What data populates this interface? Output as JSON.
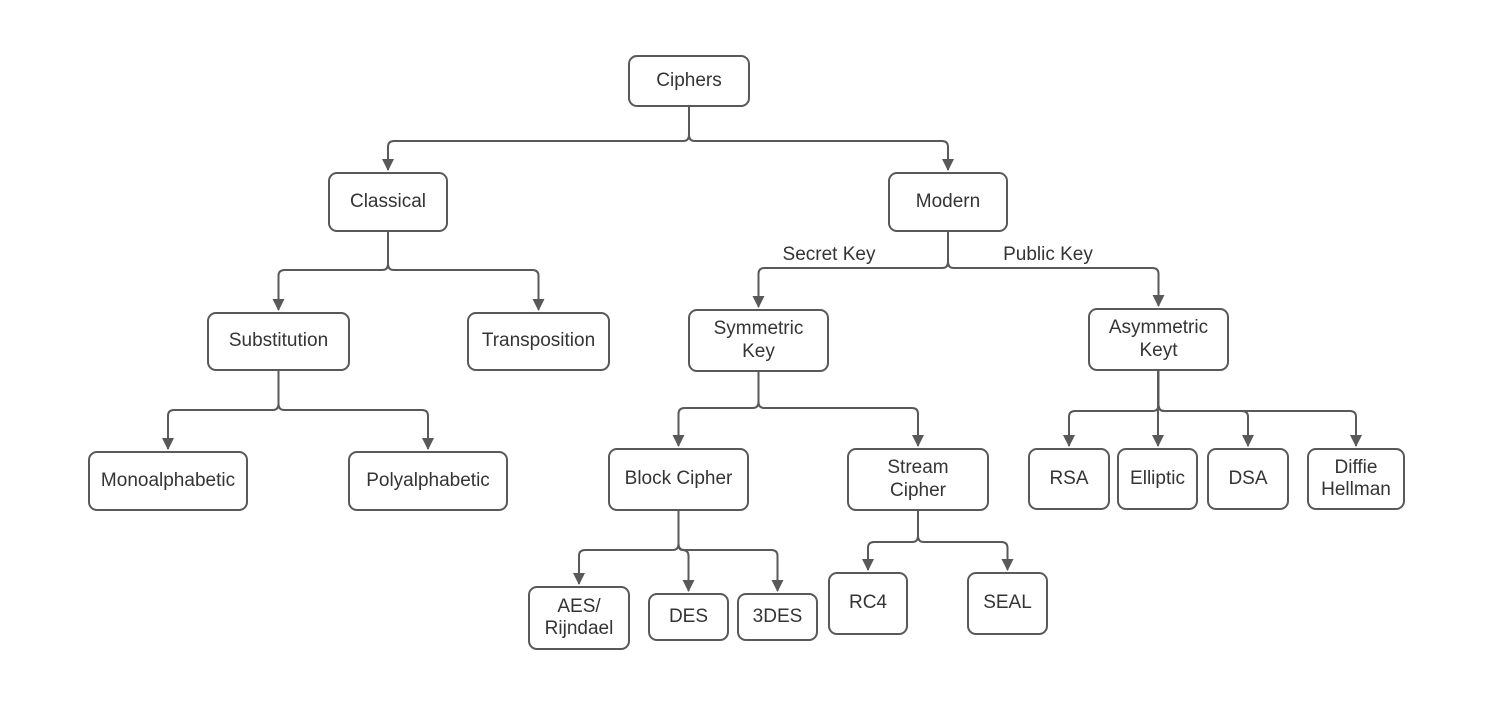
{
  "diagram": {
    "colors": {
      "line": "#595959",
      "node_border": "#595959",
      "node_fill": "#ffffff",
      "text": "#343434",
      "background": "#ffffff"
    },
    "nodes": {
      "ciphers": {
        "label": "Ciphers"
      },
      "classical": {
        "label": "Classical"
      },
      "modern": {
        "label": "Modern"
      },
      "substitution": {
        "label": "Substitution"
      },
      "transposition": {
        "label": "Transposition"
      },
      "symmetric": {
        "label": "Symmetric\nKey"
      },
      "asymmetric": {
        "label": "Asymmetric\nKeyt"
      },
      "monoalphabetic": {
        "label": "Monoalphabetic"
      },
      "polyalphabetic": {
        "label": "Polyalphabetic"
      },
      "block_cipher": {
        "label": "Block Cipher"
      },
      "stream_cipher": {
        "label": "Stream\nCipher"
      },
      "rsa": {
        "label": "RSA"
      },
      "elliptic": {
        "label": "Elliptic"
      },
      "dsa": {
        "label": "DSA"
      },
      "diffie_hellman": {
        "label": "Diffie\nHellman"
      },
      "aes_rijndael": {
        "label": "AES/\nRijndael"
      },
      "des": {
        "label": "DES"
      },
      "des3": {
        "label": "3DES"
      },
      "rc4": {
        "label": "RC4"
      },
      "seal": {
        "label": "SEAL"
      }
    },
    "edge_labels": {
      "secret_key": "Secret Key",
      "public_key": "Public Key"
    },
    "edges": [
      {
        "from": "Ciphers",
        "to": "Classical"
      },
      {
        "from": "Ciphers",
        "to": "Modern"
      },
      {
        "from": "Classical",
        "to": "Substitution"
      },
      {
        "from": "Classical",
        "to": "Transposition"
      },
      {
        "from": "Substitution",
        "to": "Monoalphabetic"
      },
      {
        "from": "Substitution",
        "to": "Polyalphabetic"
      },
      {
        "from": "Modern",
        "to": "Symmetric Key",
        "label": "Secret Key"
      },
      {
        "from": "Modern",
        "to": "Asymmetric Keyt",
        "label": "Public Key"
      },
      {
        "from": "Symmetric Key",
        "to": "Block Cipher"
      },
      {
        "from": "Symmetric Key",
        "to": "Stream Cipher"
      },
      {
        "from": "Block Cipher",
        "to": "AES/Rijndael"
      },
      {
        "from": "Block Cipher",
        "to": "DES"
      },
      {
        "from": "Block Cipher",
        "to": "3DES"
      },
      {
        "from": "Stream Cipher",
        "to": "RC4"
      },
      {
        "from": "Stream Cipher",
        "to": "SEAL"
      },
      {
        "from": "Asymmetric Keyt",
        "to": "RSA"
      },
      {
        "from": "Asymmetric Keyt",
        "to": "Elliptic"
      },
      {
        "from": "Asymmetric Keyt",
        "to": "DSA"
      },
      {
        "from": "Asymmetric Keyt",
        "to": "Diffie Hellman"
      }
    ]
  }
}
